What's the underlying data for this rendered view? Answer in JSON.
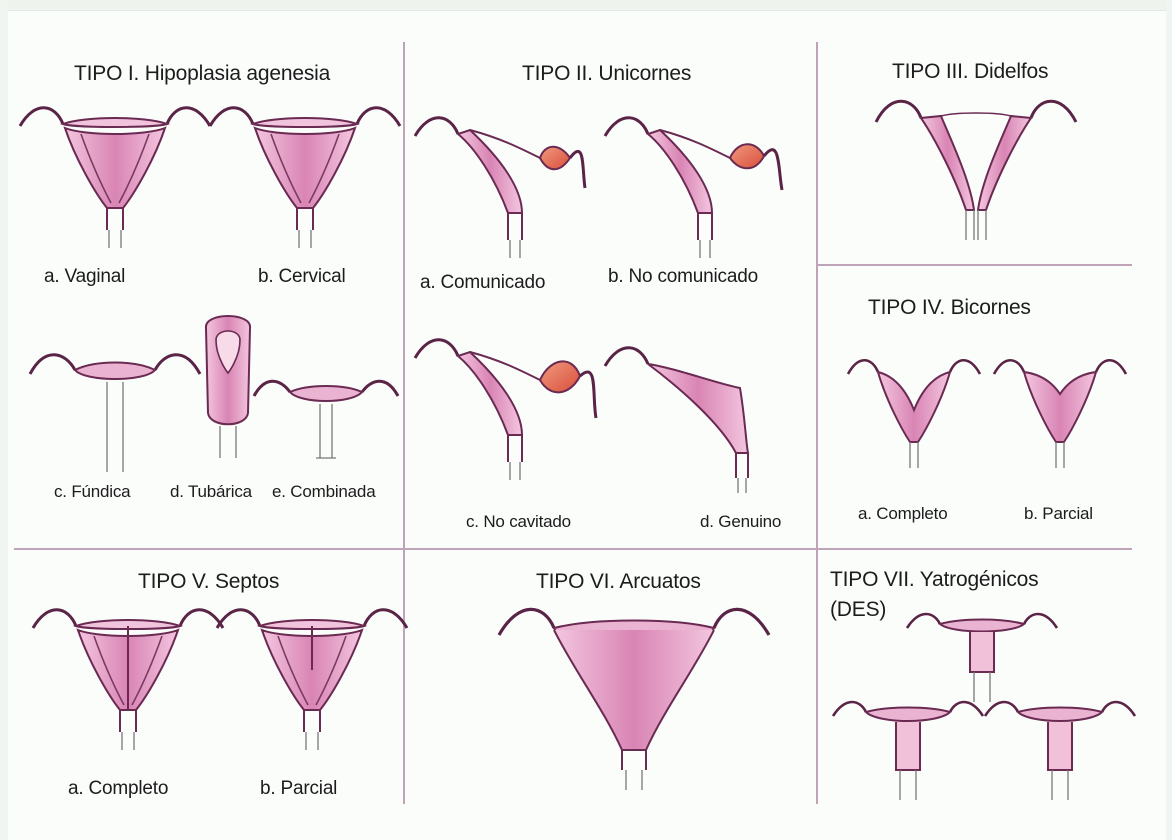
{
  "panels": {
    "tipo1": {
      "title": "TIPO I. Hipoplasia agenesia",
      "labels": [
        "a. Vaginal",
        "b. Cervical",
        "c. Fúndica",
        "d. Tubárica",
        "e. Combinada"
      ]
    },
    "tipo2": {
      "title": "TIPO II. Unicornes",
      "labels": [
        "a. Comunicado",
        "b. No comunicado",
        "c. No cavitado",
        "d. Genuino"
      ]
    },
    "tipo3": {
      "title": "TIPO III. Didelfos"
    },
    "tipo4": {
      "title": "TIPO IV. Bicornes",
      "labels": [
        "a. Completo",
        "b. Parcial"
      ]
    },
    "tipo5": {
      "title": "TIPO V. Septos",
      "labels": [
        "a. Completo",
        "b. Parcial"
      ]
    },
    "tipo6": {
      "title": "TIPO VI. Arcuatos"
    },
    "tipo7": {
      "title_line1": "TIPO VII. Yatrogénicos",
      "title_line2": "(DES)"
    }
  },
  "colors": {
    "outline": "#6a2a52",
    "uterus_fill": "#eab3d1",
    "uterus_fill_dark": "#d986b3",
    "horn_red": "#e2674f",
    "divider": "#bfa4b7"
  }
}
